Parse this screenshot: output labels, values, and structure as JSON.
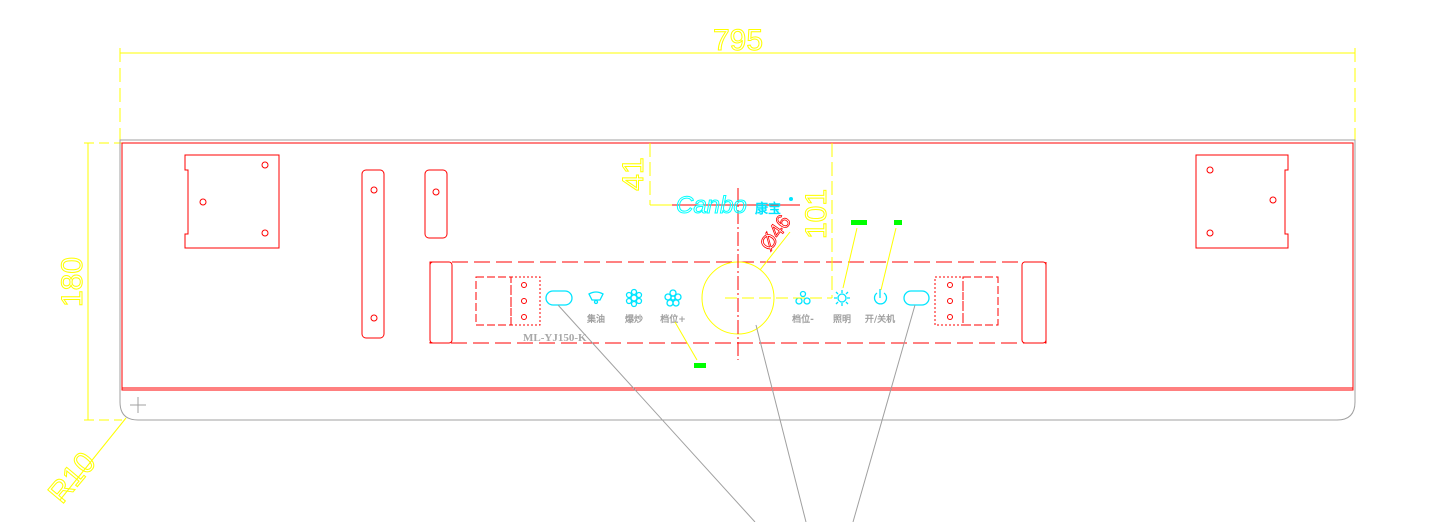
{
  "drawing": {
    "model": "ML-YJ150-K",
    "logo_text": "Canbo",
    "logo_cn": "康宝",
    "dimensions": {
      "width": "795",
      "height": "180",
      "logo_offset": "41",
      "knob_offset": "101",
      "knob_diameter": "Ø46",
      "corner_radius": "R10"
    },
    "buttons": [
      {
        "label": "集油",
        "icon": "oil-cup-icon"
      },
      {
        "label": "爆炒",
        "icon": "snowflake-fry-icon"
      },
      {
        "label": "档位+",
        "icon": "fan-plus-icon"
      },
      {
        "label": "档位-",
        "icon": "fan-minus-icon"
      },
      {
        "label": "照明",
        "icon": "light-icon"
      },
      {
        "label": "开/关机",
        "icon": "power-icon"
      }
    ],
    "colors": {
      "outline": "#ff0000",
      "dimension": "#ffff00",
      "icon": "#00e5ff",
      "leader": "#a0a0a0",
      "note": "#00ff00"
    }
  }
}
